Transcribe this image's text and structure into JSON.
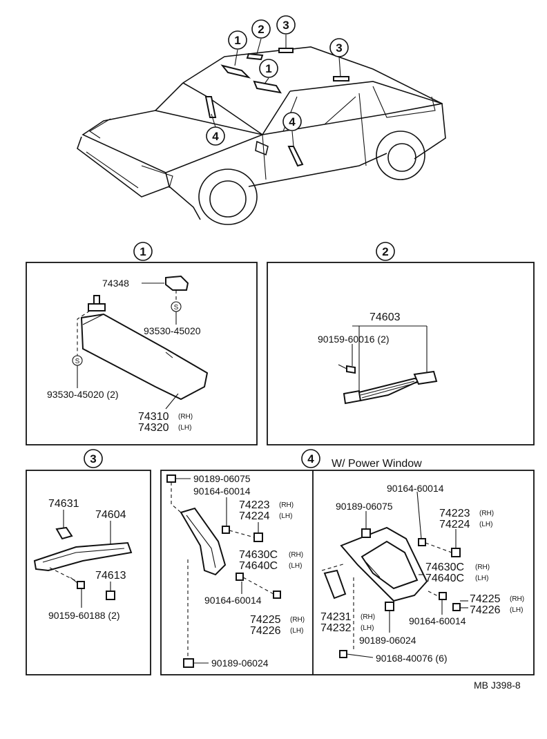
{
  "callouts": {
    "c1": "1",
    "c2": "2",
    "c3": "3",
    "c4": "4"
  },
  "sections": {
    "s1": {
      "title": "1",
      "p_74348": "74348",
      "p_93530_a": "93530-45020",
      "p_93530_b": "93530-45020 (2)",
      "p_74310": "74310",
      "p_74320": "74320",
      "rh": "(RH)",
      "lh": "(LH)",
      "s_mark": "S"
    },
    "s2": {
      "title": "2",
      "p_74603": "74603",
      "p_90159": "90159-60016 (2)"
    },
    "s3": {
      "title": "3",
      "p_74631": "74631",
      "p_74604": "74604",
      "p_74613": "74613",
      "p_90159": "90159-60188 (2)"
    },
    "s4": {
      "title": "4",
      "subtitle": "W/ Power Window",
      "left": {
        "p_90189_a": "90189-06075",
        "p_90164_a": "90164-60014",
        "p_74223": "74223",
        "p_74224": "74224",
        "p_74630c": "74630C",
        "p_74640c": "74640C",
        "p_90164_b": "90164-60014",
        "p_74225": "74225",
        "p_74226": "74226",
        "p_90189_b": "90189-06024"
      },
      "right": {
        "p_90164_a": "90164-60014",
        "p_90189_a": "90189-06075",
        "p_74223": "74223",
        "p_74224": "74224",
        "p_74630c": "74630C",
        "p_74640c": "74640C",
        "p_74225": "74225",
        "p_74226": "74226",
        "p_74231": "74231",
        "p_74232": "74232",
        "p_90164_b": "90164-60014",
        "p_90189_b": "90189-06024",
        "p_90168": "90168-40076 (6)"
      },
      "rh": "(RH)",
      "lh": "(LH)"
    }
  },
  "footer": {
    "code": "MB  J398-8"
  }
}
